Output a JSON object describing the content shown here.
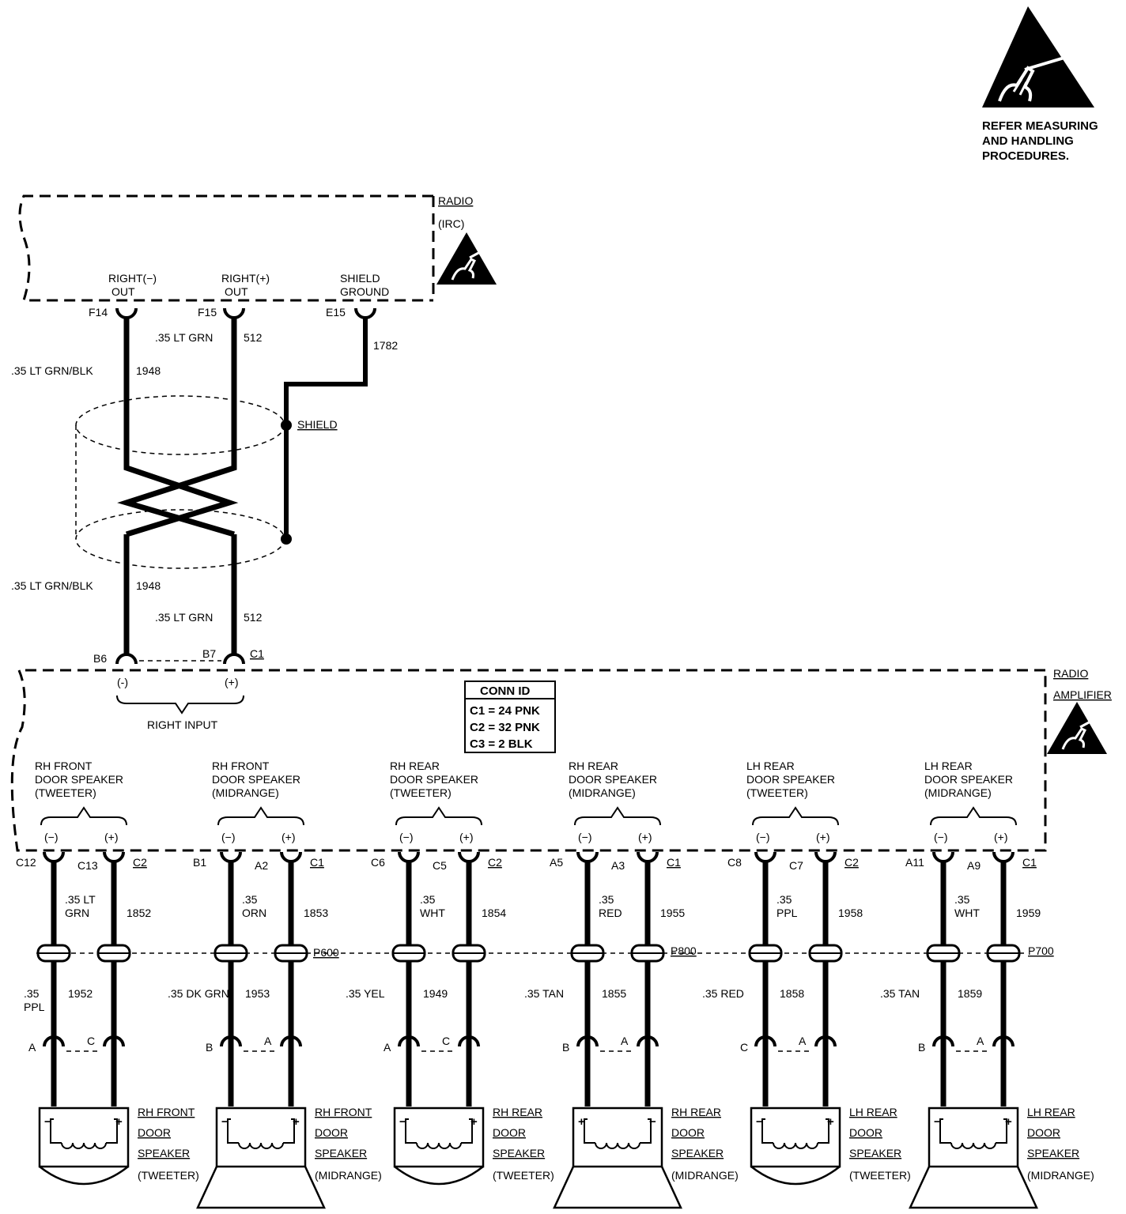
{
  "esd_note": [
    "REFER MEASURING",
    "AND HANDLING",
    "PROCEDURES."
  ],
  "radio": {
    "name": "RADIO",
    "sub": "(IRC)",
    "terminals": [
      {
        "label": [
          "RIGHT(−)",
          "OUT"
        ],
        "pin": "F14",
        "wire": ".35 LT GRN/BLK",
        "circuit": "1948"
      },
      {
        "label": [
          "RIGHT(+)",
          "OUT"
        ],
        "pin": "F15",
        "wire": ".35 LT GRN",
        "circuit": "512"
      },
      {
        "label": [
          "SHIELD",
          "GROUND"
        ],
        "pin": "E15",
        "wire": "",
        "circuit": "1782"
      }
    ]
  },
  "shield_label": "SHIELD",
  "amp_input": {
    "pins": [
      "B6",
      "B7"
    ],
    "conn": "C1",
    "wires": [
      {
        "wire": ".35 LT GRN/BLK",
        "circuit": "1948"
      },
      {
        "wire": ".35 LT GRN",
        "circuit": "512"
      }
    ],
    "polarity": [
      "(-)",
      "(+)"
    ],
    "label": "RIGHT INPUT"
  },
  "amplifier": {
    "name": "RADIO",
    "sub": "AMPLIFIER"
  },
  "conn_id": {
    "title": "CONN ID",
    "rows": [
      "C1 = 24 PNK",
      "C2 = 32 PNK",
      "C3 = 2 BLK"
    ]
  },
  "outputs": [
    {
      "title": [
        "RH FRONT",
        "DOOR SPEAKER",
        "(TWEETER)"
      ],
      "pin_neg": "C12",
      "pin_pos": "C13",
      "conn": "C2",
      "wire_a": [
        ".35 LT",
        "GRN"
      ],
      "circuit_a": "1852",
      "wire_b": [
        ".35",
        "PPL"
      ],
      "circuit_b": "1952",
      "spk_pins": [
        "A",
        "C"
      ],
      "spk": [
        "RH FRONT",
        "DOOR",
        "SPEAKER",
        "(TWEETER)"
      ]
    },
    {
      "title": [
        "RH FRONT",
        "DOOR SPEAKER",
        "(MIDRANGE)"
      ],
      "pin_neg": "B1",
      "pin_pos": "A2",
      "conn": "C1",
      "wire_a": [
        ".35",
        "ORN"
      ],
      "circuit_a": "1853",
      "wire_b": [
        ".35 DK GRN"
      ],
      "circuit_b": "1953",
      "spk_pins": [
        "B",
        "A"
      ],
      "spk": [
        "RH FRONT",
        "DOOR",
        "SPEAKER",
        "(MIDRANGE)"
      ]
    },
    {
      "title": [
        "RH REAR",
        "DOOR SPEAKER",
        "(TWEETER)"
      ],
      "pin_neg": "C6",
      "pin_pos": "C5",
      "conn": "C2",
      "wire_a": [
        ".35",
        "WHT"
      ],
      "circuit_a": "1854",
      "wire_b": [
        ".35 YEL"
      ],
      "circuit_b": "1949",
      "spk_pins": [
        "A",
        "C"
      ],
      "spk": [
        "RH REAR",
        "DOOR",
        "SPEAKER",
        "(TWEETER)"
      ]
    },
    {
      "title": [
        "RH REAR",
        "DOOR SPEAKER",
        "(MIDRANGE)"
      ],
      "pin_neg": "A5",
      "pin_pos": "A3",
      "conn": "C1",
      "wire_a": [
        ".35",
        "RED"
      ],
      "circuit_a": "1955",
      "wire_b": [
        ".35 TAN"
      ],
      "circuit_b": "1855",
      "spk_pins": [
        "B",
        "A"
      ],
      "spk": [
        "RH REAR",
        "DOOR",
        "SPEAKER",
        "(MIDRANGE)"
      ]
    },
    {
      "title": [
        "LH REAR",
        "DOOR SPEAKER",
        "(TWEETER)"
      ],
      "pin_neg": "C8",
      "pin_pos": "C7",
      "conn": "C2",
      "wire_a": [
        ".35",
        "PPL"
      ],
      "circuit_a": "1958",
      "wire_b": [
        ".35 RED"
      ],
      "circuit_b": "1858",
      "spk_pins": [
        "C",
        "A"
      ],
      "spk": [
        "LH REAR",
        "DOOR",
        "SPEAKER",
        "(TWEETER)"
      ]
    },
    {
      "title": [
        "LH REAR",
        "DOOR SPEAKER",
        "(MIDRANGE)"
      ],
      "pin_neg": "A11",
      "pin_pos": "A9",
      "conn": "C1",
      "wire_a": [
        ".35",
        "WHT"
      ],
      "circuit_a": "1959",
      "wire_b": [
        ".35 TAN"
      ],
      "circuit_b": "1859",
      "spk_pins": [
        "B",
        "A"
      ],
      "spk": [
        "LH REAR",
        "DOOR",
        "SPEAKER",
        "(MIDRANGE)"
      ]
    }
  ],
  "inline_connectors": [
    "P600",
    "P800",
    "P700"
  ]
}
